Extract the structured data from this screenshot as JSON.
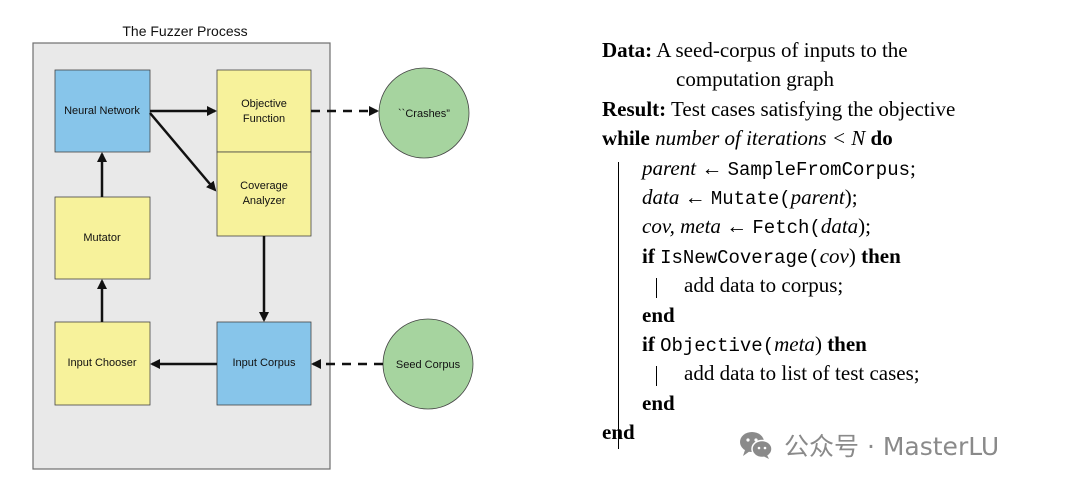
{
  "diagram": {
    "title": "The Fuzzer Process",
    "nodes": {
      "neural_network": "Neural Network",
      "objective_l1": "Objective",
      "objective_l2": "Function",
      "coverage_l1": "Coverage",
      "coverage_l2": "Analyzer",
      "mutator": "Mutator",
      "input_chooser": "Input Chooser",
      "input_corpus": "Input Corpus",
      "crashes": "``Crashes”",
      "seed_corpus": "Seed Corpus"
    },
    "colors": {
      "panel": "#e9e9e9",
      "blue": "#87c5ea",
      "yellow": "#f7f29b",
      "green": "#a6d49f"
    }
  },
  "algorithm": {
    "data_kw": "Data:",
    "data_l1": "A seed-corpus of inputs to the",
    "data_l2": "computation graph",
    "result_kw": "Result:",
    "result_text": "Test cases satisfying the objective",
    "while_kw": "while",
    "while_cond": "number of iterations",
    "while_op": "< N",
    "do_kw": "do",
    "l1_var": "parent",
    "l1_arrow": "←",
    "l1_fn": "SampleFromCorpus",
    "l1_end": ";",
    "l2_var": "data",
    "l2_arrow": "←",
    "l2_fn": "Mutate(",
    "l2_arg": "parent",
    "l2_end": ");",
    "l3_var": "cov, meta",
    "l3_arrow": "←",
    "l3_fn": "Fetch(",
    "l3_arg": "data",
    "l3_end": ");",
    "if_kw": "if",
    "if1_fn": "IsNewCoverage(",
    "if1_arg": "cov",
    "if1_close": ")",
    "then_kw": "then",
    "if1_body": "add data to corpus;",
    "end_kw": "end",
    "if2_fn": "Objective(",
    "if2_arg": "meta",
    "if2_close": ")",
    "if2_body": "add data to list of test cases;"
  },
  "watermark": {
    "icon": "wechat-icon",
    "text": "公众号 · MasterLU"
  }
}
